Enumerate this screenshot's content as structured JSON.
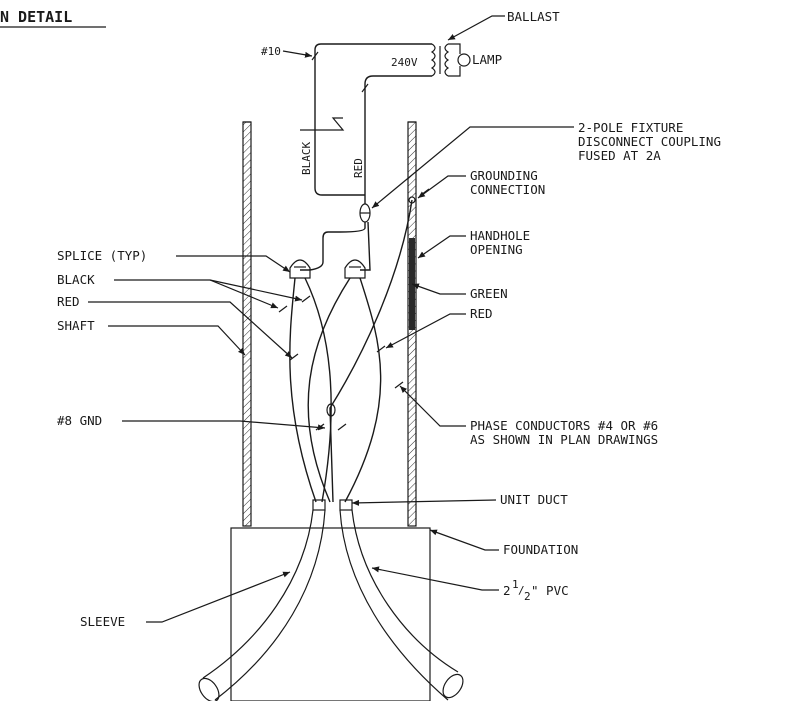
{
  "title": "N DETAIL",
  "labels": {
    "ballast": "BALLAST",
    "ten": "#10",
    "v240": "240V",
    "lamp": "LAMP",
    "fixture1": "2-POLE FIXTURE",
    "fixture2": "DISCONNECT COUPLING",
    "fixture3": "FUSED AT 2A",
    "black_wire": "BLACK",
    "red_wire": "RED",
    "grounding1": "GROUNDING",
    "grounding2": "CONNECTION",
    "handhole1": "HANDHOLE",
    "handhole2": "OPENING",
    "splice": "SPLICE (TYP)",
    "black": "BLACK",
    "red_left": "RED",
    "shaft": "SHAFT",
    "green": "GREEN",
    "red_right": "RED",
    "gnd": "#8 GND",
    "phase1": "PHASE CONDUCTORS #4 OR #6",
    "phase2": "AS SHOWN IN PLAN DRAWINGS",
    "unit_duct": "UNIT DUCT",
    "foundation": "FOUNDATION",
    "pvc_a": "2",
    "pvc_b": "1",
    "pvc_c": "/",
    "pvc_d": "2",
    "pvc_e": "\" PVC",
    "sleeve": "SLEEVE"
  }
}
